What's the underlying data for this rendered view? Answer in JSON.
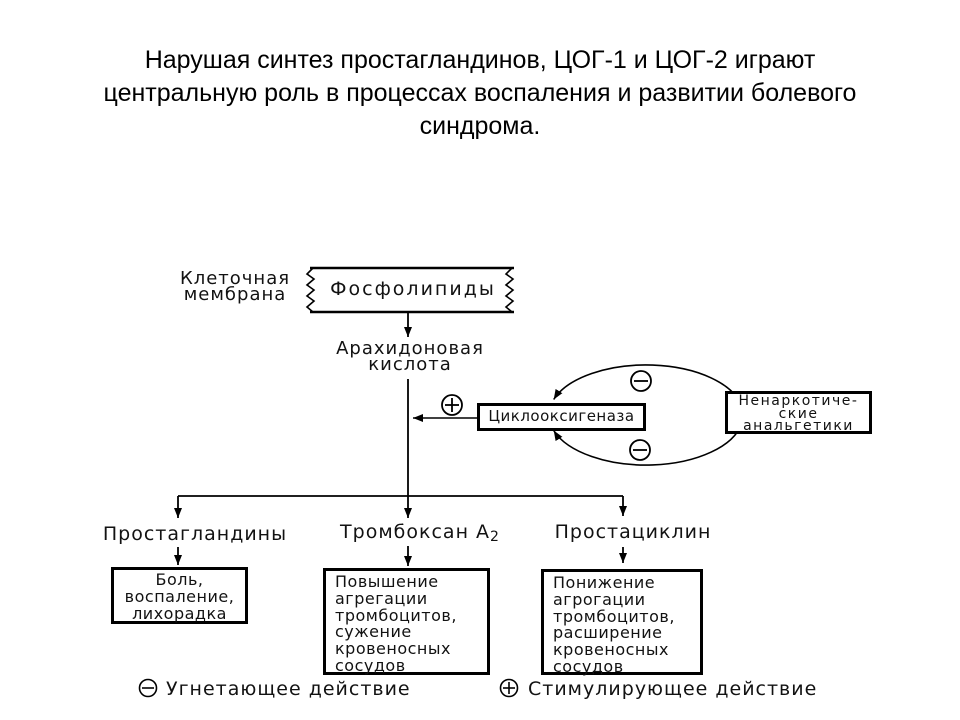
{
  "title": "Нарушая синтез простагландинов, ЦОГ-1 и ЦОГ-2 играют центральную роль в процессах воспаления и развитии болевого синдрома.",
  "colors": {
    "ink": "#000000",
    "background": "#ffffff"
  },
  "diagram": {
    "membrane_label": "Клеточная\nмембрана",
    "phospholipids_box": "Фосфолипиды",
    "arachidonic_acid": "Арахидоновая\nкислота",
    "cyclooxygenase_box": "Циклооксигеназа",
    "analgesics_box": "Ненаркотиче-\nские\nанальгетики",
    "products": {
      "prostaglandins": "Простагландины",
      "thromboxane_base": "Тромбоксан А",
      "thromboxane_subscript": "2",
      "prostacyclin": "Простациклин"
    },
    "effects": {
      "pain_box": "Боль,\nвоспаление,\nлихорадка",
      "platelet_increase_box": "Повышение\nагрегации\nтромбоцитов,\nсужение\nкровеносных\nсосудов",
      "platelet_decrease_box": "Понижение\nагрогации\nтромбоцитов,\nрасширение\nкровеносных\nсосудов"
    }
  },
  "legend": {
    "inhibitory": "Угнетающее действие",
    "stimulatory": "Стимулирующее действие"
  }
}
